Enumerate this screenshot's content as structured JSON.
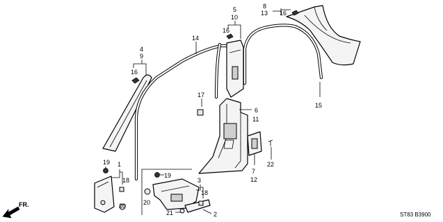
{
  "diagram": {
    "code": "ST83  B3900",
    "fr_label": "FR.",
    "callouts": {
      "c1": "1",
      "c2": "2",
      "c3": "3",
      "c4": "4",
      "c5": "5",
      "c6": "6",
      "c7": "7",
      "c8": "8",
      "c9": "9",
      "c10": "10",
      "c11": "11",
      "c12": "12",
      "c13": "13",
      "c14": "14",
      "c15": "15",
      "c16a": "16",
      "c16b": "16",
      "c16c": "16",
      "c17": "17",
      "c18a": "18",
      "c18b": "18",
      "c19a": "19",
      "c19b": "19",
      "c20a": "20",
      "c20b": "20",
      "c21": "21",
      "c22": "22"
    }
  }
}
